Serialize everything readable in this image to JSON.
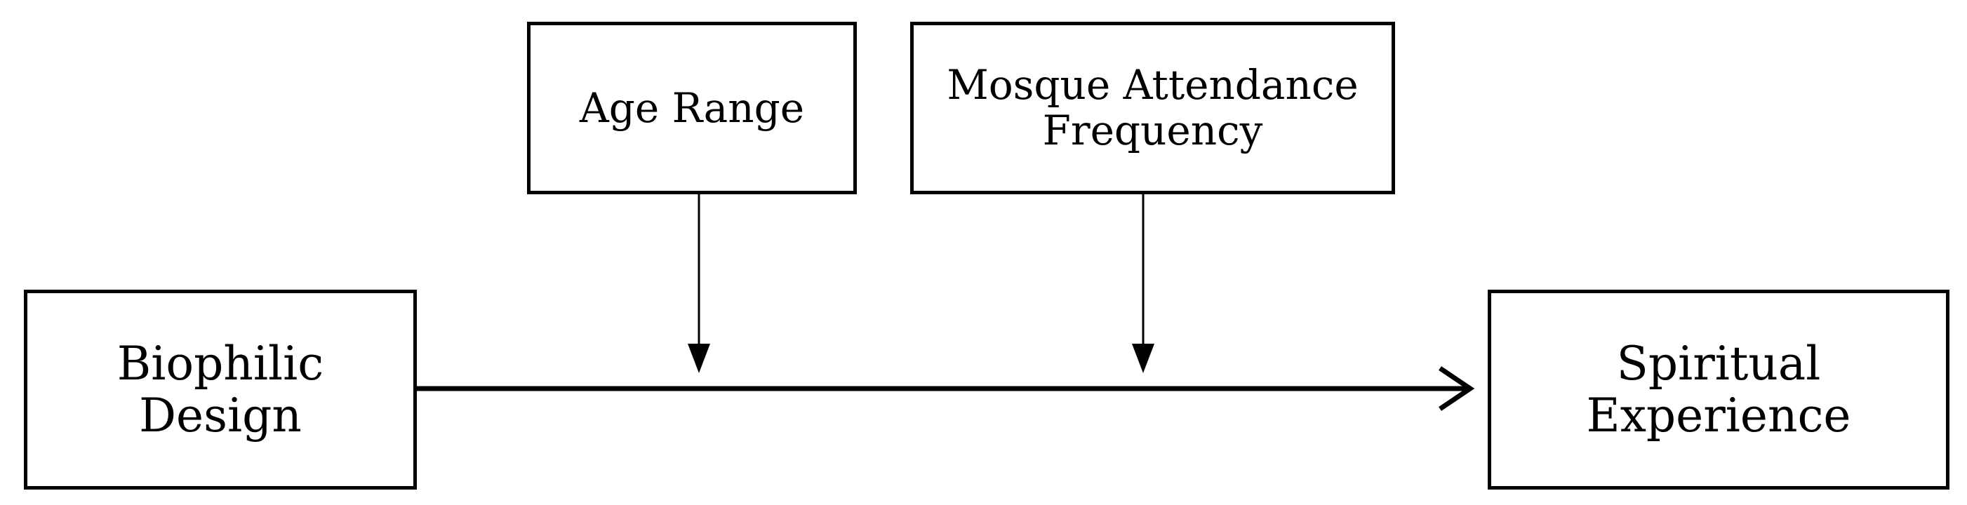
{
  "diagram": {
    "nodes": {
      "biophilic": {
        "lines": [
          "Biophilic",
          "Design"
        ]
      },
      "spiritual": {
        "lines": [
          "Spiritual",
          "Experience"
        ]
      },
      "age": {
        "lines": [
          "Age Range"
        ]
      },
      "mosque": {
        "lines": [
          "Mosque Attendance",
          "Frequency"
        ]
      }
    },
    "edges": [
      {
        "from": "biophilic",
        "to": "spiritual",
        "kind": "direct-effect"
      },
      {
        "from": "age",
        "to": "direct-effect",
        "kind": "moderation"
      },
      {
        "from": "mosque",
        "to": "direct-effect",
        "kind": "moderation"
      }
    ],
    "colors": {
      "stroke": "#000000",
      "background": "#ffffff"
    }
  }
}
